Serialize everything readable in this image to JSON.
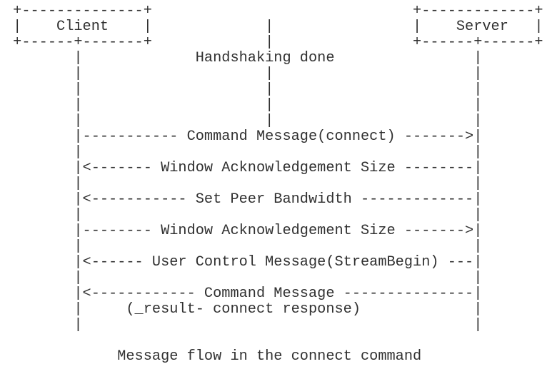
{
  "diagram": {
    "type": "ascii-sequence-diagram",
    "actors": [
      "Client",
      "Server"
    ],
    "note": "Handshaking done",
    "messages": [
      {
        "label": "Command Message(connect)",
        "from": "Client",
        "to": "Server"
      },
      {
        "label": "Window Acknowledgement Size",
        "from": "Server",
        "to": "Client"
      },
      {
        "label": "Set Peer Bandwidth",
        "from": "Server",
        "to": "Client"
      },
      {
        "label": "Window Acknowledgement Size",
        "from": "Client",
        "to": "Server"
      },
      {
        "label": "User Control Message(StreamBegin)",
        "from": "Server",
        "to": "Client"
      },
      {
        "label": "Command Message (_result- connect response)",
        "from": "Server",
        "to": "Client"
      }
    ],
    "caption": "Message flow in the connect command",
    "text_color": "#303030",
    "background": "#ffffff",
    "lines": [
      " +--------------+                              +-------------+",
      " |    Client    |             |                |    Server   |",
      " +------+-------+             |                +------+------+",
      "        |             Handshaking done                |",
      "        |                     |                       |",
      "        |                     |                       |",
      "        |                     |                       |",
      "        |                     |                       |",
      "        |----------- Command Message(connect) ------->|",
      "        |                                             |",
      "        |<------- Window Acknowledgement Size --------|",
      "        |                                             |",
      "        |<----------- Set Peer Bandwidth -------------|",
      "        |                                             |",
      "        |-------- Window Acknowledgement Size ------->|",
      "        |                                             |",
      "        |<------ User Control Message(StreamBegin) ---|",
      "        |                                             |",
      "        |<------------ Command Message ---------------|",
      "        |     (_result- connect response)             |",
      "        |                                             |",
      " ",
      "             Message flow in the connect command"
    ]
  }
}
